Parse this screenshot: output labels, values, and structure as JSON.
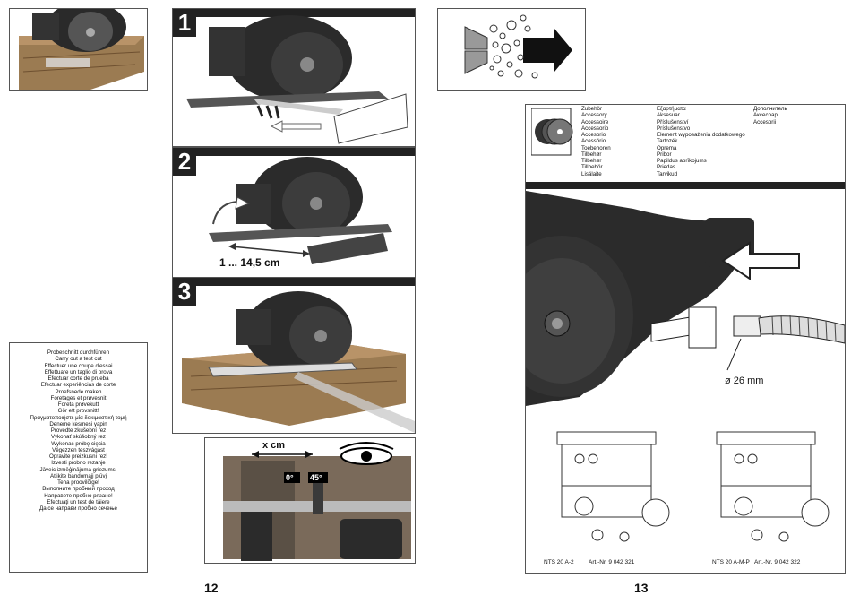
{
  "page_left": {
    "page_number": "12",
    "steps": [
      {
        "number": "1"
      },
      {
        "number": "2",
        "dimension_label": "1 ... 14,5 cm"
      },
      {
        "number": "3"
      }
    ],
    "detail": {
      "width_label": "x cm",
      "angle_0": "0°",
      "angle_45": "45°"
    },
    "test_cut_translations": [
      "Probeschnitt durchführen",
      "Carry out a test cut",
      "Effectuer une coupe d'essai",
      "Effettuare un taglio di prova",
      "Efectuar corte de prueba",
      "Efectuar experiências de corte",
      "Proefsnede maken",
      "Foretages et prøvesnit",
      "Foreta prøvekutt",
      "Gör ett provsnitt!",
      "Πραγματοποιήστε μία δοκιμαστική τομή",
      "Deneme kesmesi yapin",
      "Provedte zkušební řez",
      "Vykonať skúšobný rez",
      "Wykonać próbę cięcia",
      "Végezzen teszvágást",
      "Opravite preizkusni rez!",
      "Izvesti probno rezanje",
      "Jāveic izmēģinājuma griezums!",
      "Atlikite bandomąjį pjūvį",
      "Teha proovilõige!",
      "Выполните пробный проход",
      "Направете пробно рязане!",
      "Efectuaţi un test de tăiere",
      "Да се направи пробно сечење"
    ]
  },
  "page_right": {
    "page_number": "13",
    "accessory_col1": [
      "Zubehör",
      "Accessory",
      "Accessoire",
      "Accessorio",
      "Accesorio",
      "Acessório",
      "Toebehoren",
      "Tilbehør",
      "Tilbehør",
      "Tillbehör",
      "Lisälaite"
    ],
    "accessory_col2": [
      "Εξαρτήματα",
      "Aksesuar",
      "Příslušenství",
      "Príslušenstvo",
      "Element wyposażenia dodatkowego",
      "Tartozék",
      "Oprema",
      "Pribor",
      "Papildus aprīkojums",
      "Priedas",
      "Tarvikud"
    ],
    "accessory_col3": [
      "Дополнитель",
      "Аксесоар",
      "Accesorii"
    ],
    "diameter_label": "ø 26 mm",
    "vacuums": [
      {
        "model": "NTS 20 A-2",
        "art_no": "Art.-Nr. 9 042 321"
      },
      {
        "model": "NTS 20 A-M-P",
        "art_no": "Art.-Nr. 9 042 322"
      }
    ]
  },
  "colors": {
    "dark": "#222222",
    "wood": "#8a6a45",
    "frame": "#555555"
  }
}
